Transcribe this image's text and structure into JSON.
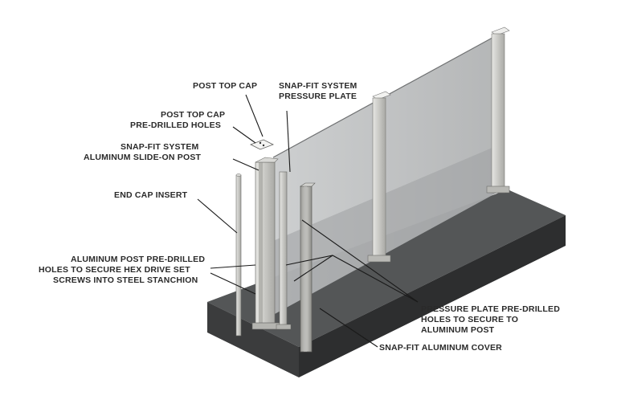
{
  "labels": {
    "post_top_cap": "POST TOP CAP",
    "snap_fit_pressure_plate": [
      "SNAP-FIT SYSTEM",
      "PRESSURE PLATE"
    ],
    "post_top_cap_holes": [
      "POST TOP CAP",
      "PRE-DRILLED HOLES"
    ],
    "snap_fit_slide_on_post": [
      "SNAP-FIT SYSTEM",
      "ALUMINUM SLIDE-ON POST"
    ],
    "end_cap_insert": "END CAP INSERT",
    "aluminum_post_holes": [
      "ALUMINUM POST PRE-DRILLED",
      "HOLES TO SECURE HEX DRIVE SET",
      "SCREWS INTO STEEL STANCHION"
    ],
    "pressure_plate_holes": [
      "PRESSURE PLATE PRE-DRILLED",
      "HOLES TO SECURE TO",
      "ALUMINUM POST"
    ],
    "snap_fit_cover": "SNAP-FIT ALUMINUM COVER"
  }
}
